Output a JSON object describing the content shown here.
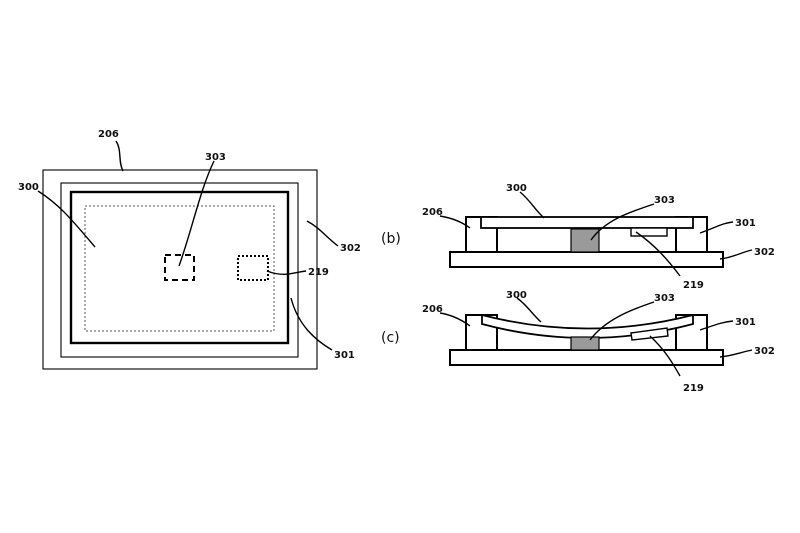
{
  "labels": {
    "a_206": "206",
    "a_303": "303",
    "a_300": "300",
    "a_302": "302",
    "a_219": "219",
    "a_301": "301",
    "b_tag": "(b)",
    "b_300": "300",
    "b_303": "303",
    "b_206": "206",
    "b_301": "301",
    "b_302": "302",
    "b_219": "219",
    "c_tag": "(c)",
    "c_300": "300",
    "c_303": "303",
    "c_206": "206",
    "c_301": "301",
    "c_302": "302",
    "c_219": "219"
  }
}
